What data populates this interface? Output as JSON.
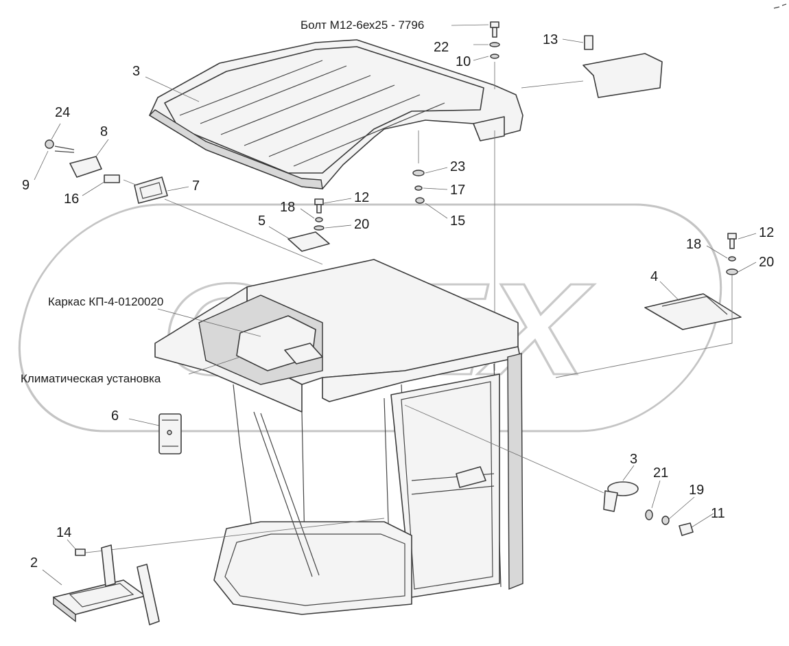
{
  "watermark": "OPEX",
  "labels": {
    "bolt_note": "Болт М12-6ех25 - 7796",
    "frame_note": "Каркас КП-4-0120020",
    "climate_note": "Климатическая установка"
  },
  "callouts": {
    "c22": "22",
    "c10": "10",
    "c13": "13",
    "c3_roof": "3",
    "c24": "24",
    "c8": "8",
    "c9": "9",
    "c16": "16",
    "c7": "7",
    "c23": "23",
    "c17": "17",
    "c15": "15",
    "c18_left": "18",
    "c12_left": "12",
    "c5": "5",
    "c20_left": "20",
    "c18_right": "18",
    "c12_right": "12",
    "c20_right": "20",
    "c4": "4",
    "c6": "6",
    "c3_mirror": "3",
    "c21": "21",
    "c19": "19",
    "c11": "11",
    "c14": "14",
    "c2": "2"
  }
}
